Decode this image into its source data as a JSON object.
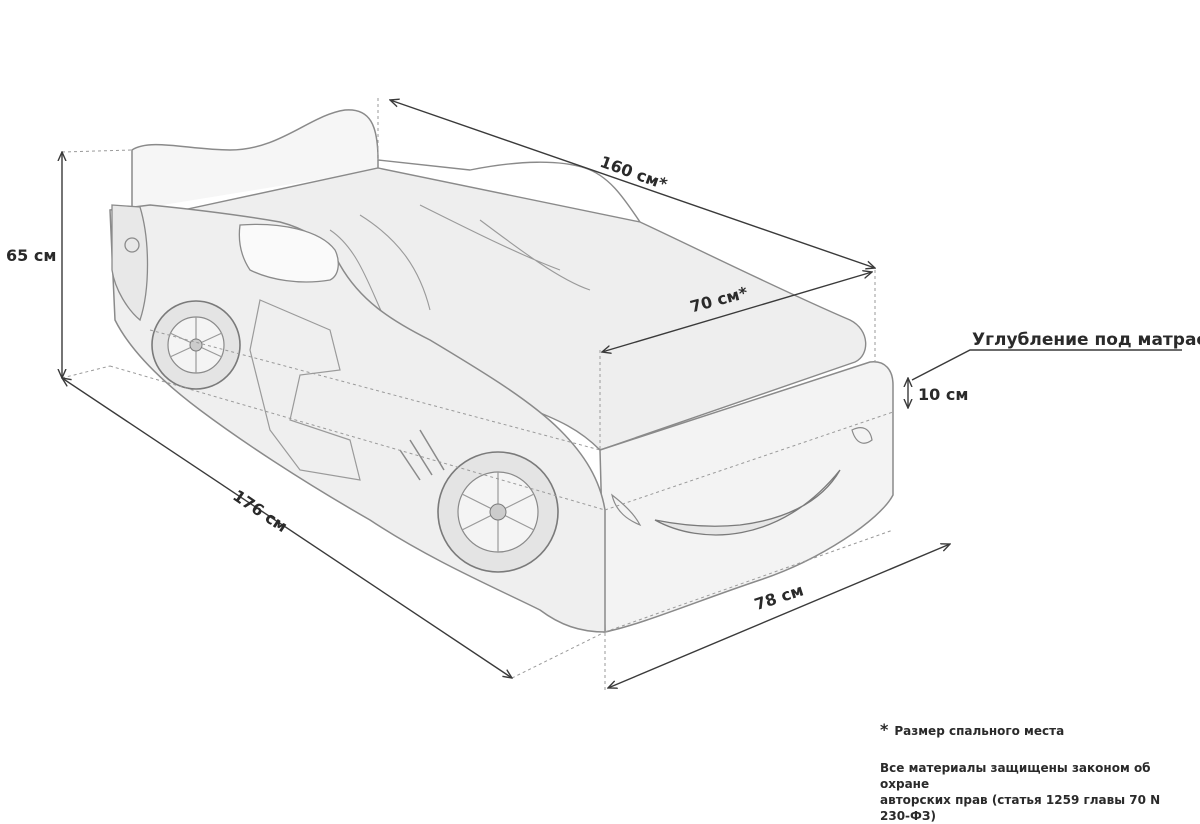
{
  "dimensions": {
    "length": "160 см",
    "width": "70 см",
    "height": "65 см",
    "depth": "10 см",
    "overall_length": "176 см",
    "overall_width": "78 см",
    "asterisk": "*"
  },
  "callout": {
    "recess_label": "Углубление под матрас"
  },
  "notes": {
    "asterisk": "*",
    "sleeping_place": "Размер спального места",
    "copyright_line1": "Все материалы защищены законом об охране",
    "copyright_line2": "авторских прав (статья 1259 главы 70 N 230-ФЗ)"
  },
  "colors": {
    "line": "#3a3a3a",
    "sketch": "#8a8a8a",
    "fill": "#f2f2f2"
  }
}
